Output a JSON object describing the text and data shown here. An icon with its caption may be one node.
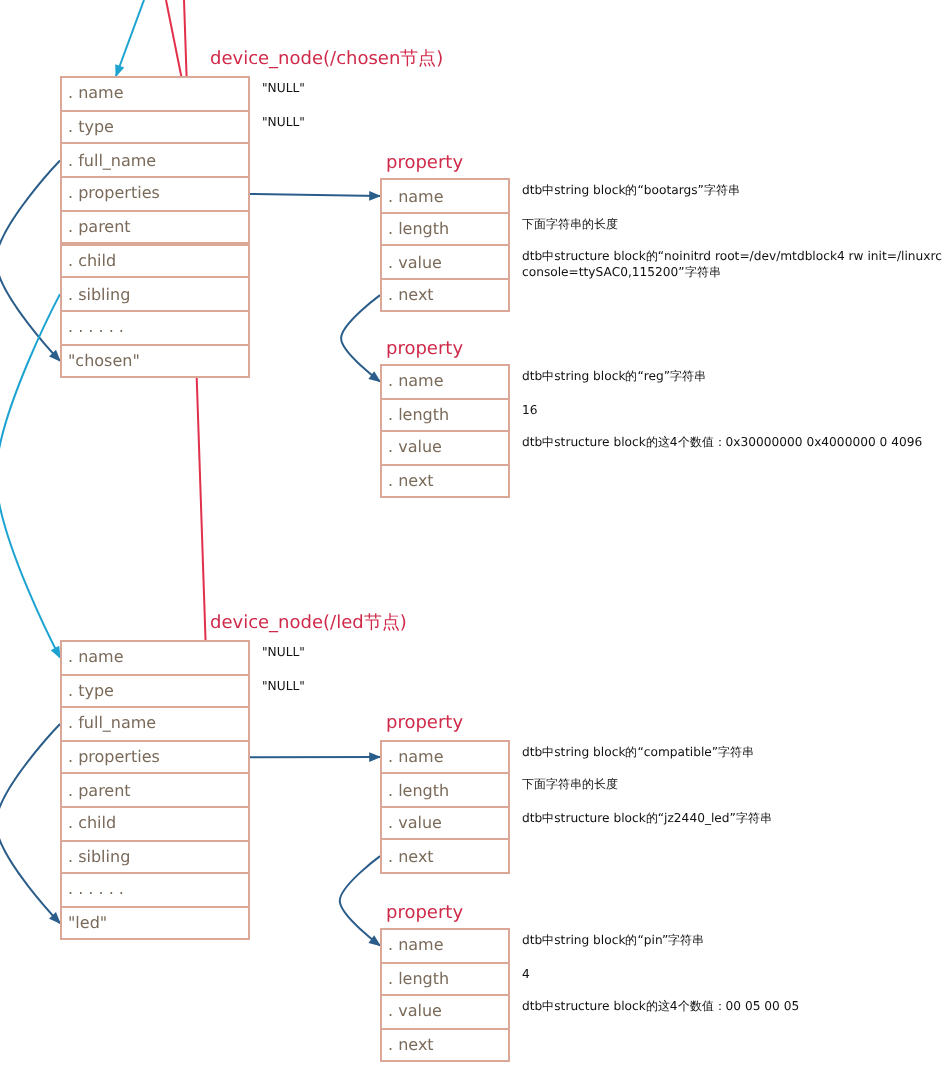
{
  "diagram": {
    "nodes": [
      {
        "text": [
          "device_node(/chosen节点)"
        ]
      },
      {
        "text": [
          ". name"
        ],
        "in": 0,
        "beside": [
          "\"NULL\""
        ]
      },
      {
        "text": [
          ". type"
        ],
        "in": 0,
        "beside": [
          "\"NULL\""
        ]
      },
      {
        "text": [
          ". full_name"
        ],
        "in": 0
      },
      {
        "text": [
          ". properties"
        ],
        "in": 0
      },
      {
        "text": [
          ". parent"
        ],
        "in": 0
      },
      {
        "text": [
          ". child"
        ],
        "in": 0
      },
      {
        "text": [
          ". sibling"
        ],
        "in": 0
      },
      {
        "text": [
          ". . . . . ."
        ],
        "in": 0
      },
      {
        "text": [
          "\"chosen\""
        ],
        "in": 0
      },
      {
        "text": [
          "property"
        ]
      },
      {
        "text": [
          ". name"
        ],
        "in": 10,
        "beside": [
          "dtb中string block的“bootargs”字符串"
        ]
      },
      {
        "text": [
          ". length"
        ],
        "in": 10,
        "beside": [
          "下面字符串的长度"
        ]
      },
      {
        "text": [
          ". value"
        ],
        "in": 10,
        "beside": [
          "dtb中structure block的“noinitrd root=/dev/mtdblock4 rw init=/linuxrc console=ttySAC0,115200”字符串"
        ]
      },
      {
        "text": [
          ". next"
        ],
        "in": 10
      },
      {
        "text": [
          "property"
        ]
      },
      {
        "text": [
          ". name"
        ],
        "in": 15,
        "beside": [
          "dtb中string block的“reg”字符串"
        ]
      },
      {
        "text": [
          ". length"
        ],
        "in": 15,
        "beside": [
          "16"
        ]
      },
      {
        "text": [
          ". value"
        ],
        "in": 15,
        "beside": [
          "dtb中structure block的这4个数值：0x30000000 0x4000000 0 4096"
        ]
      },
      {
        "text": [
          ". next"
        ],
        "in": 15
      },
      {
        "text": [
          "device_node(/led节点)"
        ]
      },
      {
        "text": [
          ". name"
        ],
        "in": 20,
        "beside": [
          "\"NULL\""
        ]
      },
      {
        "text": [
          ". type"
        ],
        "in": 20,
        "beside": [
          "\"NULL\""
        ]
      },
      {
        "text": [
          ". full_name"
        ],
        "in": 20
      },
      {
        "text": [
          ". properties"
        ],
        "in": 20
      },
      {
        "text": [
          ". parent"
        ],
        "in": 20
      },
      {
        "text": [
          ". child"
        ],
        "in": 20
      },
      {
        "text": [
          ". sibling"
        ],
        "in": 20
      },
      {
        "text": [
          ". . . . . ."
        ],
        "in": 20
      },
      {
        "text": [
          "\"led\""
        ],
        "in": 20
      },
      {
        "text": [
          "property"
        ]
      },
      {
        "text": [
          ". name"
        ],
        "in": 30,
        "beside": [
          "dtb中string block的“compatible”字符串"
        ]
      },
      {
        "text": [
          ". length"
        ],
        "in": 30,
        "beside": [
          "下面字符串的长度"
        ]
      },
      {
        "text": [
          ". value"
        ],
        "in": 30,
        "beside": [
          "dtb中structure block的“jz2440_led”字符串"
        ]
      },
      {
        "text": [
          ". next"
        ],
        "in": 30
      },
      {
        "text": [
          "property"
        ]
      },
      {
        "text": [
          ". name"
        ],
        "in": 35,
        "beside": [
          "dtb中string block的“pin”字符串"
        ]
      },
      {
        "text": [
          ". length"
        ],
        "in": 35,
        "beside": [
          "4"
        ]
      },
      {
        "text": [
          ". value"
        ],
        "in": 35,
        "beside": [
          "dtb中structure block的这4个数值：00 05 00 05"
        ]
      },
      {
        "text": [
          ". next"
        ],
        "in": 35
      }
    ],
    "edges": [
      {
        "from": null,
        "to": 1,
        "arrow": "to",
        "color": "#1ca3d0"
      },
      {
        "from": 3,
        "to": 9,
        "arrow": "to"
      },
      {
        "from": 4,
        "to": 11,
        "arrow": "to"
      },
      {
        "from": 14,
        "to": 16,
        "arrow": "to"
      },
      {
        "from": null,
        "to": 5,
        "arrow": "none",
        "color": "#e0304a"
      },
      {
        "from": null,
        "to": 25,
        "arrow": "none",
        "color": "#e0304a"
      },
      {
        "from": 7,
        "to": 21,
        "arrow": "to",
        "color": "#1ca3d0"
      },
      {
        "from": 23,
        "to": 29,
        "arrow": "to"
      },
      {
        "from": 24,
        "to": 31,
        "arrow": "to"
      },
      {
        "from": 34,
        "to": 36,
        "arrow": "to"
      }
    ]
  }
}
